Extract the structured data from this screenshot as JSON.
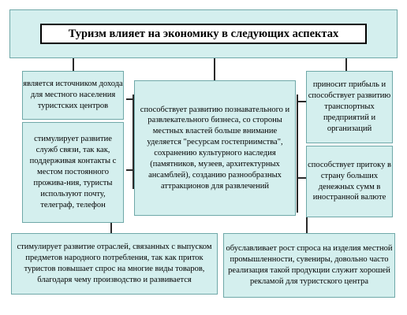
{
  "title": "Туризм влияет на экономику в следующих аспектах",
  "boxes": {
    "left1": "является источником дохода для местного населения туристских центров",
    "left2": "стимулирует развитие служб связи, так как, поддерживая контакты с местом постоянного прожива-ния, туристы используют почту, телеграф, телефон",
    "center": "способствует развитию познавательного и развлекательного бизнеса, со стороны местных властей больше внимание уделяется \"ресурсам гостеприимства\", сохранению культурного наследия (памятников, музеев, архитектурных ансамблей), созданию разнообразных аттракционов для развлечений",
    "right1": "приносит прибыль и способствует развитию транспортных предприятий и организаций",
    "right2": "способствует притоку в страну больших денежных сумм в иностранной валюте",
    "bottom_left": "стимулирует развитие отраслей, связанных с выпуском предметов народного потребления, так как приток туристов повышает спрос на многие виды товаров, благодаря чему производство и развивается",
    "bottom_right": "обуславливает рост спроса на изделия местной промышленности, сувениры, довольно часто реализация такой продукции служит хорошей рекламой для туристского центра"
  }
}
